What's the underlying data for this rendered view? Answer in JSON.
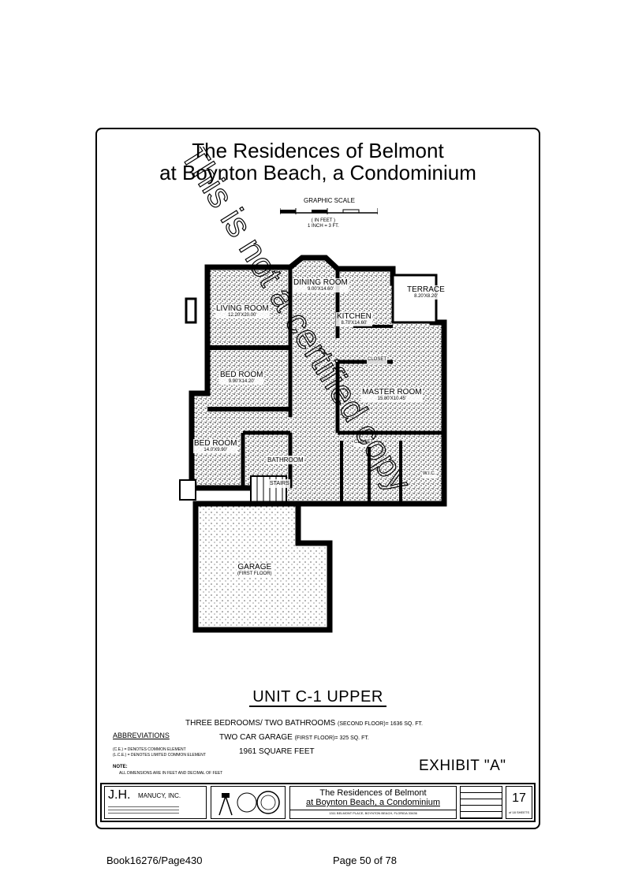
{
  "title": {
    "line1": "The Residences of Belmont",
    "line2": "at Boynton Beach, a Condominium"
  },
  "graphic_scale": {
    "label": "GRAPHIC SCALE",
    "unit": "( IN FEET )",
    "ratio": "1 INCH = 3 FT."
  },
  "rooms": {
    "dining": {
      "name": "DINING ROOM",
      "dim": "9.00'X14.60'"
    },
    "terrace": {
      "name": "TERRACE",
      "dim": "8.20'X8.20'"
    },
    "living": {
      "name": "LIVING ROOM",
      "dim": "12.20'X20.00'"
    },
    "kitchen": {
      "name": "KITCHEN",
      "dim": "8.70'X14.60'"
    },
    "closet1": {
      "name": "CLOSET"
    },
    "bed1": {
      "name": "BED ROOM",
      "dim": "9.90'X14.20'"
    },
    "master": {
      "name": "MASTER ROOM",
      "dim": "15.80'X10.45'"
    },
    "bed2": {
      "name": "BED ROOM",
      "dim": "14.0'X9.90'"
    },
    "bathroom": {
      "name": "BATHROOM"
    },
    "closet2": {
      "name": "CLOSET"
    },
    "stairs": {
      "name": "STAIRS"
    },
    "wic": {
      "name": "W.I.C."
    },
    "garage": {
      "name": "GARAGE",
      "sub": "(FIRST FLOOR)"
    }
  },
  "watermark": "This is not a certified copy",
  "unit_title": "UNIT C-1 UPPER",
  "specs": {
    "line1_main": "THREE BEDROOMS/ TWO BATHROOMS",
    "line1_floor": "(SECOND FLOOR)",
    "line1_area": "= 1636 SQ. FT.",
    "line2_main": "TWO CAR GARAGE",
    "line2_floor": "(FIRST FLOOR)",
    "line2_area": "= 325 SQ. FT.",
    "line3": "1961 SQUARE FEET"
  },
  "abbreviations": {
    "heading": "ABBREVIATIONS",
    "ce": "(C.E.) = DENOTES COMMON ELEMENT",
    "lce": "(L.C.E.) = DENOTES LIMITED COMMON ELEMENT"
  },
  "note": {
    "heading": "NOTE:",
    "text": "ALL DIMENSIONS ARE IN FEET AND DECIMAL OF FEET"
  },
  "exhibit": "EXHIBIT \"A\"",
  "title_block": {
    "firm": "J.H.",
    "firm_name": "MANUCY, INC.",
    "project_line1": "The Residences of Belmont",
    "project_line2": "at Boynton Beach, a Condominium",
    "address": "1311 BELMONT PLACE, BOYNTON BEACH, FLORIDA 33436",
    "sheet": "17",
    "sheet_of": "of 18 SHEETS"
  },
  "footer": {
    "book": "Book16276/Page430",
    "page": "Page 50 of 78"
  }
}
